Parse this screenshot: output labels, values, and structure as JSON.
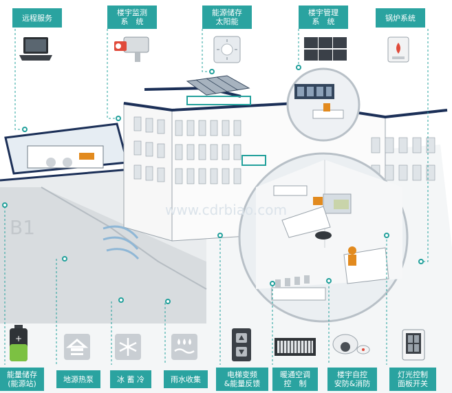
{
  "top_labels": [
    {
      "lines": [
        "远程服务"
      ],
      "icon": "laptop-icon"
    },
    {
      "lines": [
        "楼宇监测",
        "系　统"
      ],
      "icon": "cctv-camera-icon"
    },
    {
      "lines": [
        "能源储存",
        "太阳能"
      ],
      "icon": "solar-panel-icon"
    },
    {
      "lines": [
        "楼宇管理",
        "系　统"
      ],
      "icon": "monitors-icon"
    },
    {
      "lines": [
        "锅炉系统"
      ],
      "icon": "boiler-icon"
    }
  ],
  "bottom_labels": [
    {
      "lines": [
        "能量储存",
        "(能源站)"
      ],
      "icon": "battery-icon"
    },
    {
      "lines": [
        "地源热泵"
      ],
      "icon": "heat-pump-icon"
    },
    {
      "lines": [
        "冰 蓄 冷"
      ],
      "icon": "snowflake-icon"
    },
    {
      "lines": [
        "雨水收集"
      ],
      "icon": "rain-icon"
    },
    {
      "lines": [
        "电梯变频",
        "&能量反馈"
      ],
      "icon": "elevator-buttons-icon"
    },
    {
      "lines": [
        "暖通空调",
        "控　制"
      ],
      "icon": "air-vent-icon"
    },
    {
      "lines": [
        "楼宇自控",
        "安防&消防"
      ],
      "icon": "smoke-detector-icon"
    },
    {
      "lines": [
        "灯光控制",
        "面板开关"
      ],
      "icon": "light-switch-icon"
    }
  ],
  "building_sign": "B1",
  "watermark": "www.cdrbiao.com",
  "colors": {
    "label_bg": "#2aa3a0",
    "line": "#21a09b",
    "building_dark": "#1b2f57",
    "room": "#ebeff2"
  }
}
